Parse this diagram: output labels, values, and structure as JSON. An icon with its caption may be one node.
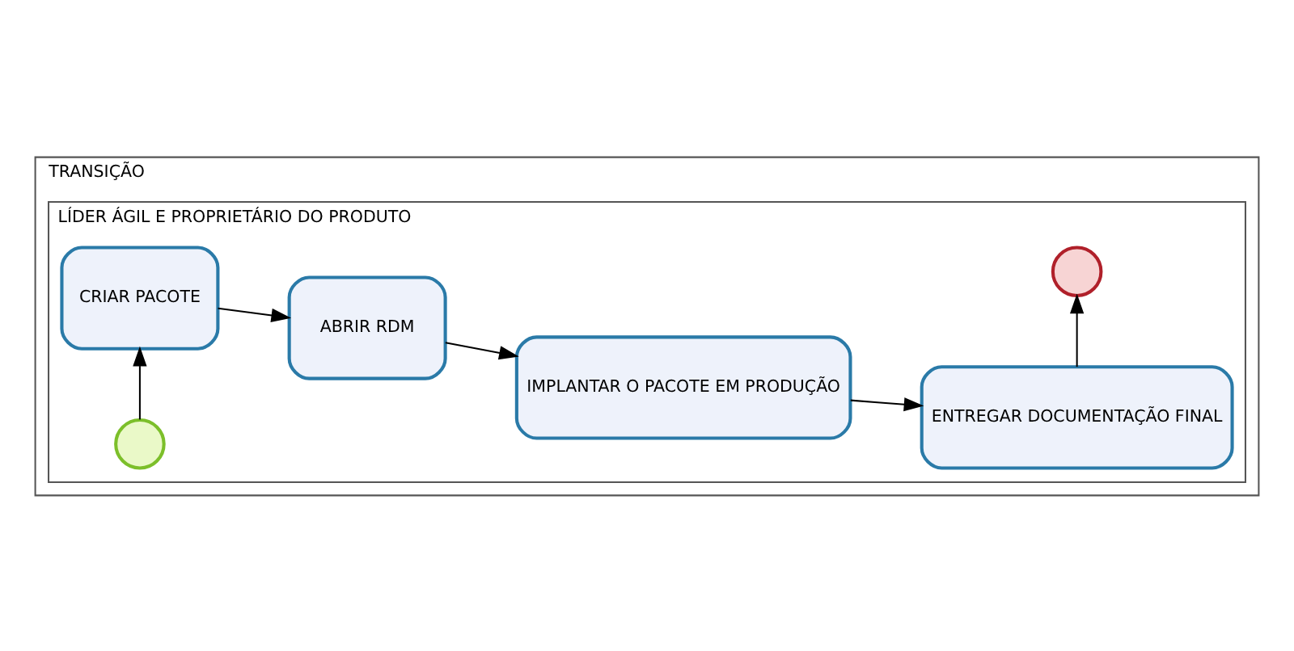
{
  "diagram": {
    "nodes": [
      {
        "text": [
          "TRANSIÇÃO"
        ]
      },
      {
        "text": [
          "LÍDER ÁGIL E PROPRIETÁRIO DO PRODUTO"
        ],
        "in": 0
      },
      {
        "text": [],
        "shape": "circle",
        "in": 1
      },
      {
        "text": [
          "CRIAR PACOTE"
        ],
        "in": 1
      },
      {
        "text": [
          "ABRIR RDM"
        ],
        "in": 1
      },
      {
        "text": [
          "IMPLANTAR O PACOTE EM PRODUÇÃO"
        ],
        "in": 1
      },
      {
        "text": [
          "ENTREGAR DOCUMENTAÇÃO FINAL"
        ],
        "in": 1
      },
      {
        "text": [],
        "shape": "circle",
        "in": 1
      }
    ],
    "edges": [
      {
        "from": 2,
        "to": 3,
        "arrow": "to"
      },
      {
        "from": 3,
        "to": 4,
        "arrow": "to"
      },
      {
        "from": 4,
        "to": 5,
        "arrow": "to"
      },
      {
        "from": 5,
        "to": 6,
        "arrow": "to"
      },
      {
        "from": 6,
        "to": 7,
        "arrow": "to"
      }
    ]
  }
}
